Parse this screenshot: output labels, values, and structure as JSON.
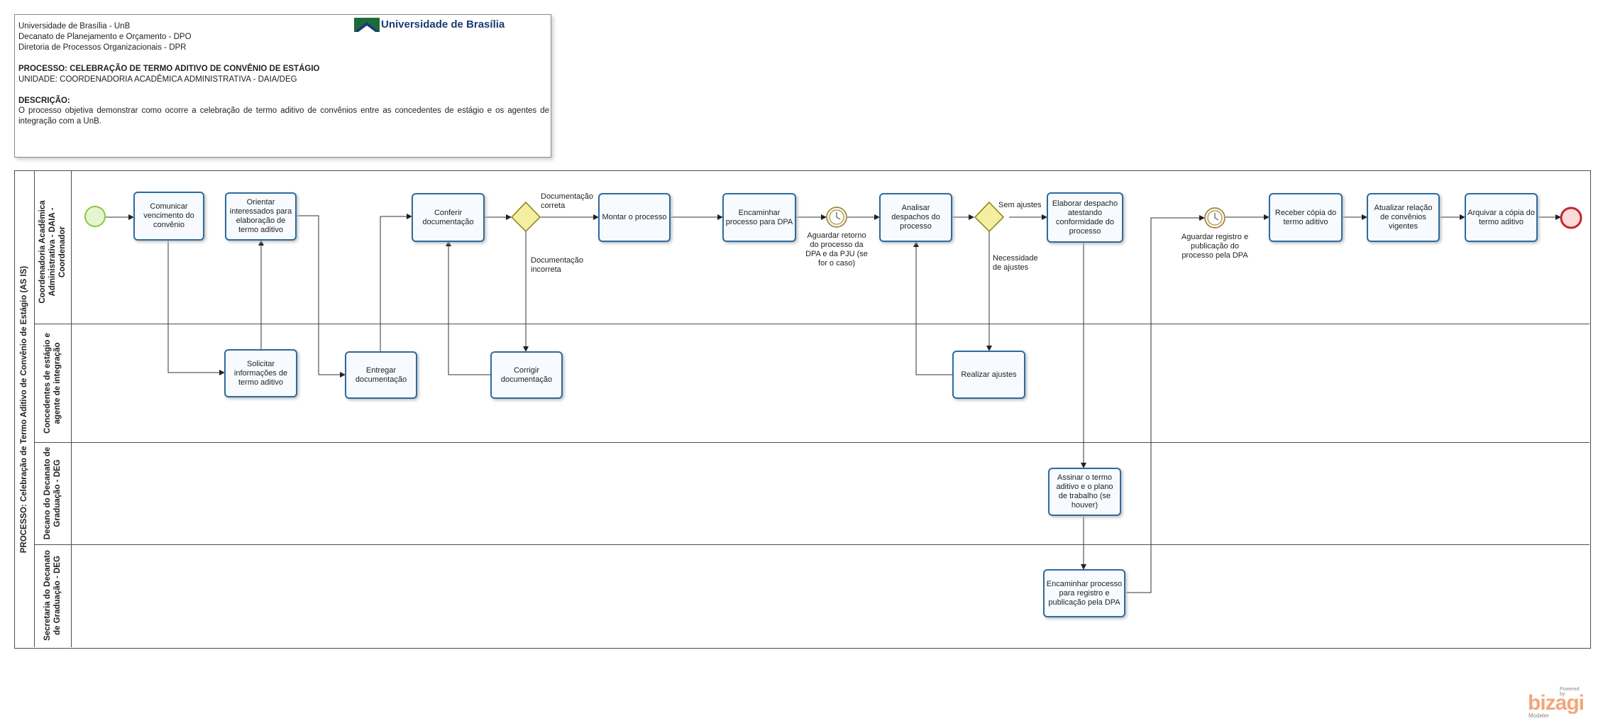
{
  "header": {
    "line1": "Universidade de Brasília - UnB",
    "line2": "Decanato de Planejamento e Orçamento - DPO",
    "line3": "Diretoria de Processos Organizacionais - DPR",
    "process": "PROCESSO: CELEBRAÇÃO DE TERMO ADITIVO DE CONVÊNIO DE ESTÁGIO",
    "unit": "UNIDADE: COORDENADORIA ACADÊMICA ADMINISTRATIVA - DAIA/DEG",
    "desc_title": "DESCRIÇÃO:",
    "desc_text": "O processo objetiva demonstrar como ocorre a celebração de termo aditivo de convênios entre as concedentes de estágio e os agentes de integração com a UnB.",
    "logo_text": "Universidade de Brasília"
  },
  "pool": {
    "title": "PROCESSO: Celebração de Termo Aditivo de Convênio de Estágio (AS IS)"
  },
  "lanes": [
    "Coordenadoria Acadêmica Administrativa - DAIA - Coordenador",
    "Concedentes de estágio e agente de integração",
    "Decano do Decanato de Graduação - DEG",
    "Secretaria do Decanato de Graduação - DEG"
  ],
  "tasks": {
    "t1": "Comunicar vencimento do convênio",
    "t2": "Orientar interessados para elaboração de termo aditivo",
    "t3": "Conferir documentação",
    "t4": "Montar o processo",
    "t5": "Encaminhar processo para DPA",
    "t6": "Analisar despachos do processo",
    "t7": "Elaborar despacho atestando conformidade do processo",
    "t8": "Receber cópia do termo aditivo",
    "t9": "Atualizar relação de convênios vigentes",
    "t10": "Arquivar a cópia do termo aditivo",
    "t11": "Solicitar informações de termo aditivo",
    "t12": "Entregar documentação",
    "t13": "Corrigir documentação",
    "t14": "Realizar ajustes",
    "t15": "Assinar o termo aditivo e o plano de trabalho (se houver)",
    "t16": "Encaminhar processo para registro e publicação pela DPA"
  },
  "labels": {
    "doc_correta": "Documentação correta",
    "doc_incorreta": "Documentação incorreta",
    "aguardar1": "Aguardar retorno do processo da DPA e da PJU (se for o caso)",
    "sem_ajustes": "Sem ajustes",
    "necessidade": "Necessidade de ajustes",
    "aguardar2": "Aguardar registro e publicação do processo pela DPA"
  },
  "brand": {
    "powered": "Powered by",
    "name": "bizagi",
    "modeler": "Modeler"
  },
  "colors": {
    "task_border": "#2e6b9e",
    "start_event": "#8cc63f",
    "end_event": "#c1272d",
    "gateway": "#e8e07a"
  }
}
